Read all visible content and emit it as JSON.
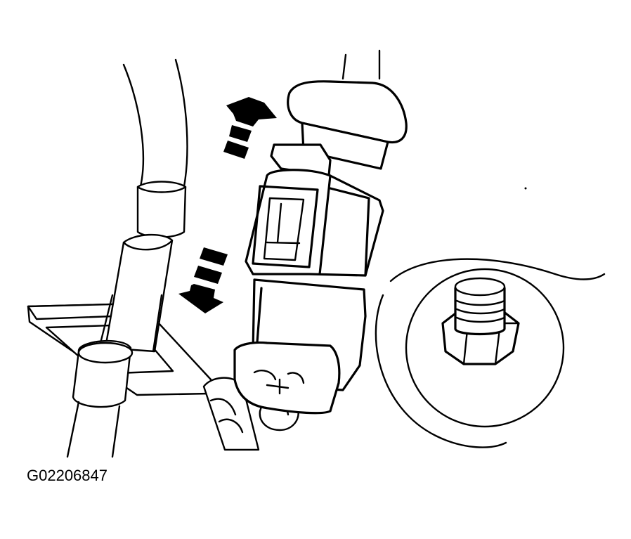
{
  "figure": {
    "id_label": "G02206847"
  },
  "illustration": {
    "subject": "connector-disconnect",
    "arrow_directions": [
      "up",
      "down"
    ],
    "line_color": "#000000",
    "background_color": "#ffffff"
  }
}
